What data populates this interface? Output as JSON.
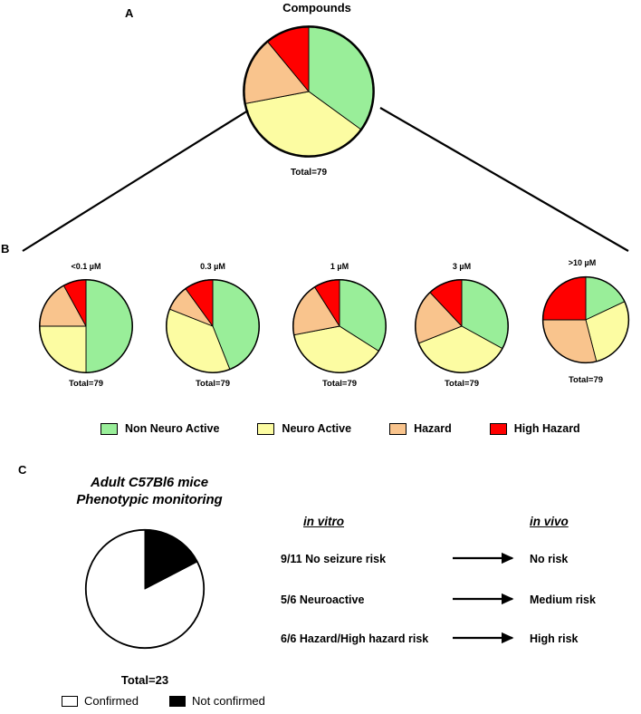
{
  "figure": {
    "panels": [
      "A",
      "B",
      "C"
    ]
  },
  "colors": {
    "non_neuro_active": "#99EE99",
    "neuro_active": "#FCFCA2",
    "hazard": "#F9C48D",
    "high_hazard": "#FF0000",
    "confirmed": "#FFFFFF",
    "not_confirmed": "#000000",
    "outline": "#000000"
  },
  "panelA": {
    "letter": "A",
    "title": "Compounds",
    "total_label": "Total=79",
    "chart_data": {
      "type": "pie",
      "title": "Compounds",
      "total": 79,
      "labels": [
        "Non Neuro Active",
        "Neuro Active",
        "Hazard",
        "High Hazard"
      ],
      "values": [
        35,
        37,
        17,
        11
      ],
      "start_angle_deg": 0,
      "direction": "clockwise",
      "colors": [
        "#99EE99",
        "#FCFCA2",
        "#F9C48D",
        "#FF0000"
      ]
    }
  },
  "panelB": {
    "letter": "B",
    "charts": [
      {
        "title": "<0.1 µM",
        "total_label": "Total=79",
        "chart_data": {
          "type": "pie",
          "title": "<0.1 µM",
          "total": 79,
          "labels": [
            "Non Neuro Active",
            "Neuro Active",
            "Hazard",
            "High Hazard"
          ],
          "values": [
            50,
            25,
            17,
            8
          ],
          "start_angle_deg": 0,
          "direction": "clockwise",
          "colors": [
            "#99EE99",
            "#FCFCA2",
            "#F9C48D",
            "#FF0000"
          ]
        }
      },
      {
        "title": "0.3 µM",
        "total_label": "Total=79",
        "chart_data": {
          "type": "pie",
          "title": "0.3 µM",
          "total": 79,
          "labels": [
            "Non Neuro Active",
            "Neuro Active",
            "Hazard",
            "High Hazard"
          ],
          "values": [
            44,
            37,
            9,
            10
          ],
          "start_angle_deg": 0,
          "direction": "clockwise",
          "colors": [
            "#99EE99",
            "#FCFCA2",
            "#F9C48D",
            "#FF0000"
          ]
        }
      },
      {
        "title": "1 µM",
        "total_label": "Total=79",
        "chart_data": {
          "type": "pie",
          "title": "1 µM",
          "total": 79,
          "labels": [
            "Non Neuro Active",
            "Neuro Active",
            "Hazard",
            "High Hazard"
          ],
          "values": [
            34,
            38,
            19,
            9
          ],
          "start_angle_deg": 0,
          "direction": "clockwise",
          "colors": [
            "#99EE99",
            "#FCFCA2",
            "#F9C48D",
            "#FF0000"
          ]
        }
      },
      {
        "title": "3 µM",
        "total_label": "Total=79",
        "chart_data": {
          "type": "pie",
          "title": "3 µM",
          "total": 79,
          "labels": [
            "Non Neuro Active",
            "Neuro Active",
            "Hazard",
            "High Hazard"
          ],
          "values": [
            33,
            36,
            19,
            12
          ],
          "start_angle_deg": 0,
          "direction": "clockwise",
          "colors": [
            "#99EE99",
            "#FCFCA2",
            "#F9C48D",
            "#FF0000"
          ]
        }
      },
      {
        "title": ">10 µM",
        "total_label": "Total=79",
        "chart_data": {
          "type": "pie",
          "title": ">10 µM",
          "total": 79,
          "labels": [
            "Non Neuro Active",
            "Neuro Active",
            "Hazard",
            "High Hazard"
          ],
          "values": [
            18,
            28,
            29,
            25
          ],
          "start_angle_deg": 0,
          "direction": "clockwise",
          "colors": [
            "#99EE99",
            "#FCFCA2",
            "#F9C48D",
            "#FF0000"
          ]
        }
      }
    ],
    "legend": [
      {
        "label": "Non Neuro Active",
        "color": "#99EE99"
      },
      {
        "label": "Neuro Active",
        "color": "#FCFCA2"
      },
      {
        "label": "Hazard",
        "color": "#F9C48D"
      },
      {
        "label": "High Hazard",
        "color": "#FF0000"
      }
    ]
  },
  "panelC": {
    "letter": "C",
    "title_line1": "Adult C57Bl6 mice",
    "title_line2": "Phenotypic monitoring",
    "total_label": "Total=23",
    "chart_data": {
      "type": "pie",
      "title": "Adult C57Bl6 mice Phenotypic monitoring",
      "total": 23,
      "labels": [
        "Confirmed",
        "Not confirmed"
      ],
      "values": [
        19,
        4
      ],
      "start_angle_deg": 0,
      "direction": "counterclockwise",
      "colors": [
        "#FFFFFF",
        "#000000"
      ]
    },
    "legend": [
      {
        "label": "Confirmed",
        "color": "#FFFFFF"
      },
      {
        "label": "Not confirmed",
        "color": "#000000"
      }
    ],
    "columns": {
      "in_vitro": "in vitro",
      "in_vivo": "in vivo"
    },
    "rows": [
      {
        "in_vitro": "9/11 No seizure risk",
        "in_vivo": "No risk"
      },
      {
        "in_vitro": "5/6 Neuroactive",
        "in_vivo": "Medium risk"
      },
      {
        "in_vitro": "6/6 Hazard/High hazard risk",
        "in_vivo": "High risk"
      }
    ]
  }
}
